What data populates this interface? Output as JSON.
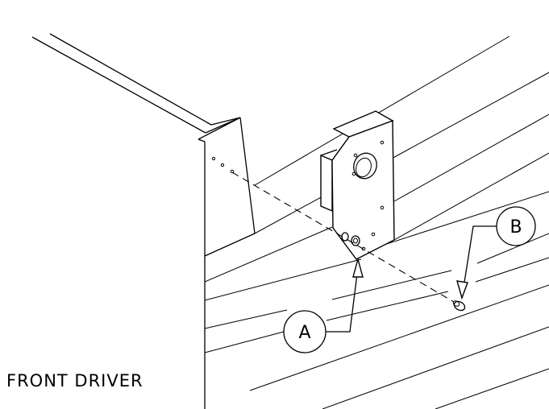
{
  "diagram": {
    "caption": "FRONT DRIVER",
    "callouts": [
      {
        "id": "callout-a",
        "label": "A"
      },
      {
        "id": "callout-b",
        "label": "B"
      }
    ]
  },
  "colors": {
    "line": "#000000",
    "background": "#ffffff"
  }
}
